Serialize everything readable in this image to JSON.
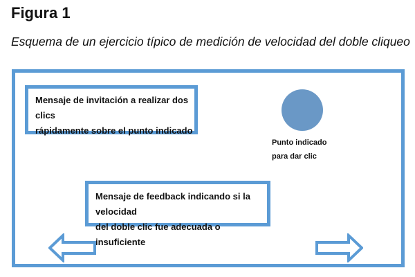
{
  "title": "Figura 1",
  "subtitle": "Esquema de un ejercicio típico de medición de velocidad del doble cliqueo",
  "diagram": {
    "invitation_message": [
      "Mensaje de invitación a realizar dos clics",
      "rápidamente sobre el punto indicado"
    ],
    "target_label": [
      "Punto indicado",
      "para dar clic"
    ],
    "feedback_message": [
      "Mensaje de feedback indicando si la velocidad",
      "del doble clic fue adecuada o insuficiente"
    ],
    "icons": [
      "arrow-left-icon",
      "arrow-right-icon"
    ],
    "colors": {
      "border": "#5b9bd5",
      "target": "#6a98c6"
    }
  }
}
